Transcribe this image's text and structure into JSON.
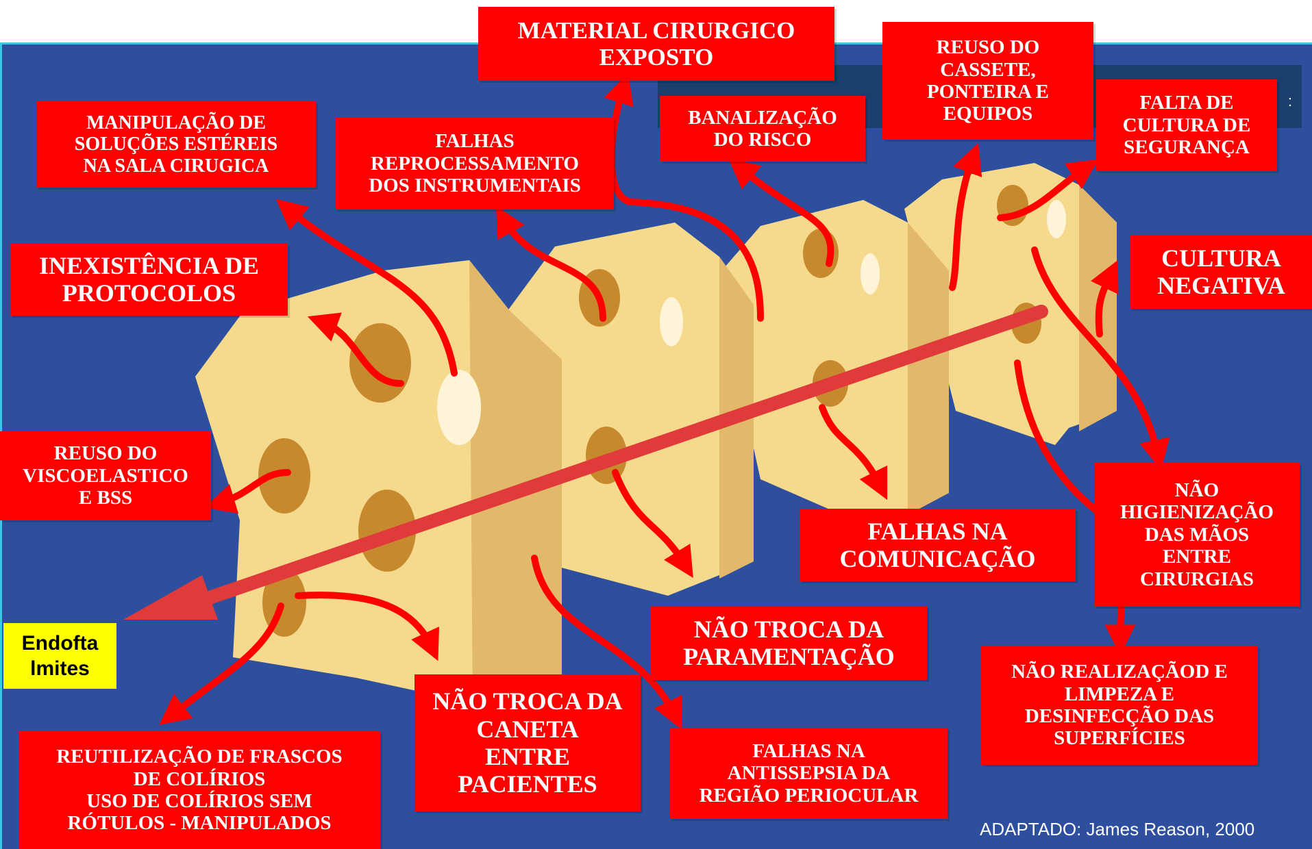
{
  "credit": "ADAPTADO: James Reason, 2000",
  "endo_label": "Endofta\nlmites",
  "topbar_mark": ":",
  "colors": {
    "background": "#2d4f9e",
    "box": "#ff0000",
    "box_text": "#ffffff",
    "arrow": "#ff0000",
    "cheese": "#f5d98c",
    "cheese_side": "#e2b86a",
    "label": "#ffff00"
  },
  "labels": {
    "material_cirurgico": "MATERIAL CIRURGICO\nEXPOSTO",
    "reuso_cassete": "REUSO DO\nCASSETE,\nPONTEIRA E\nEQUIPOS",
    "manipulacao": "MANIPULAÇÃO DE\nSOLUÇÕES ESTÉREIS\nNA SALA CIRUGICA",
    "falhas_reprocessamento": "FALHAS\nREPROCESSAMENTO\nDOS INSTRUMENTAIS",
    "banalizacao": "BANALIZAÇÃO\nDO RISCO",
    "falta_cultura": "FALTA DE\nCULTURA DE\nSEGURANÇA",
    "inexistencia": "INEXISTÊNCIA DE\nPROTOCOLOS",
    "cultura_negativa": "CULTURA\nNEGATIVA",
    "reuso_visco": "REUSO DO\nVISCOELASTICO\nE BSS",
    "falhas_comunicacao": "FALHAS NA\nCOMUNICAÇÃO",
    "nao_higienizacao": "NÃO\nHIGIENIZAÇÃO\nDAS MÃOS\nENTRE\nCIRURGIAS",
    "nao_troca_paramentacao": "NÃO TROCA DA\nPARAMENTAÇÃO",
    "nao_realizacao": "NÃO REALIZAÇÃOD E\nLIMPEZA E\nDESINFECÇÃO DAS\nSUPERFÍCIES",
    "nao_troca_caneta": "NÃO TROCA DA\nCANETA\nENTRE\nPACIENTES",
    "reutilizacao_frascos": "REUTILIZAÇÃO DE FRASCOS\nDE COLÍRIOS\nUSO DE COLÍRIOS SEM\nRÓTULOS - MANIPULADOS",
    "falhas_antissepsia": "FALHAS NA\nANTISSEPSIA DA\nREGIÃO PERIOCULAR"
  }
}
